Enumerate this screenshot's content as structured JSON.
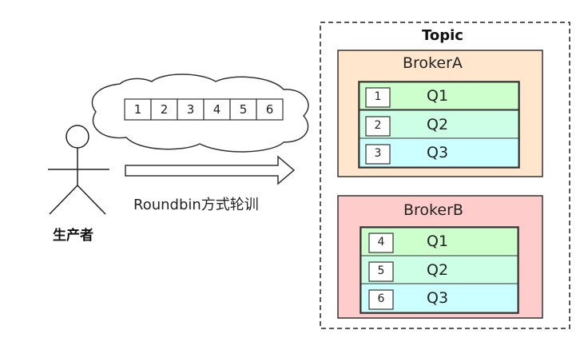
{
  "producer": {
    "label": "生产者"
  },
  "arrow": {
    "label": "Roundbin方式轮训"
  },
  "message_queue": [
    "1",
    "2",
    "3",
    "4",
    "5",
    "6"
  ],
  "topic": {
    "title": "Topic",
    "brokers": [
      {
        "name": "BrokerA",
        "fill": "#ffe6cc",
        "queues": [
          {
            "num": "1",
            "name": "Q1",
            "fill": "#ccffcc"
          },
          {
            "num": "2",
            "name": "Q2",
            "fill": "#ccffe6"
          },
          {
            "num": "3",
            "name": "Q3",
            "fill": "#ccffff"
          }
        ]
      },
      {
        "name": "BrokerB",
        "fill": "#ffcccc",
        "queues": [
          {
            "num": "4",
            "name": "Q1",
            "fill": "#ccffcc"
          },
          {
            "num": "5",
            "name": "Q2",
            "fill": "#ccffe6"
          },
          {
            "num": "6",
            "name": "Q3",
            "fill": "#ccffff"
          }
        ]
      }
    ]
  }
}
